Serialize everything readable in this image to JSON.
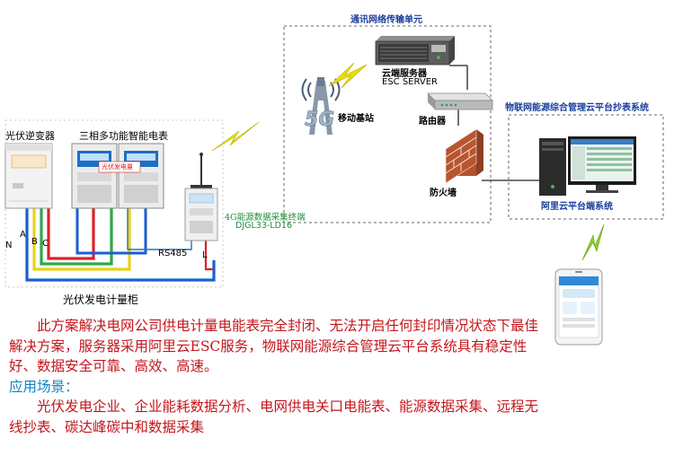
{
  "labels": {
    "comm_unit": "通讯网络传输单元",
    "cloud_server": "云端服务器",
    "esc_server": "ESC SERVER",
    "base_station": "移动基站",
    "base_station_5g": "5G",
    "router": "路由器",
    "firewall": "防火墙",
    "iot_platform": "物联网能源综合管理云平台抄表系统",
    "aliyun_platform": "阿里云平台端系统",
    "pv_inverter": "光伏逆变器",
    "smart_meter": "三相多功能智能电表",
    "terminal": "4G能源数据采集终端",
    "terminal_model": "DJGL33-LD16",
    "rs485": "RS485",
    "wire_n": "N",
    "wire_a": "A",
    "wire_b": "B",
    "wire_c": "C",
    "wire_l": "L",
    "cabinet": "光伏发电计量柜",
    "meter_sticker": "光伏发电量"
  },
  "description": {
    "paragraph": "此方案解决电网公司供电计量电能表完全封闭、无法开启任何封印情况状态下最佳解决方案，服务器采用阿里云ESC服务，物联网能源综合管理云平台系统具有稳定性好、数据安全可靠、高效、高速。",
    "scene_title": "应用场景：",
    "scene_text": "光伏发电企业、企业能耗数据分析、电网供电关口电能表、能源数据采集、远程无线抄表、碳达峰碳中和数据采集"
  },
  "colors": {
    "text_red": "#c3161c",
    "text_blue": "#1583c2",
    "wire_blue": "#1a5fd1",
    "wire_yellow": "#e8d21a",
    "wire_green": "#2ea84a",
    "wire_red": "#d9232a",
    "lightning": "#e6e000",
    "lightning_green": "#8fd12a"
  },
  "icons": [
    "server-icon",
    "router-icon",
    "firewall-icon",
    "base-station-icon",
    "desktop-computer-icon",
    "smartphone-icon",
    "inverter-icon",
    "meter-icon",
    "terminal-icon",
    "lightning-icon"
  ]
}
